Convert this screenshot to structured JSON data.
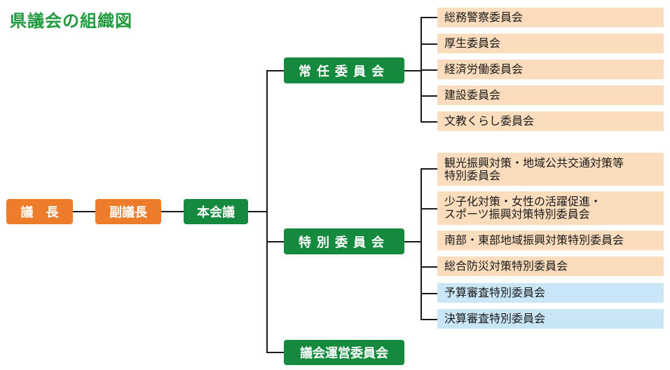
{
  "title": "県議会の組織図",
  "chair": "議　長",
  "vice_chair": "副議長",
  "plenary": "本会議",
  "standing_committee": {
    "label": "常任委員会",
    "members": [
      "総務警察委員会",
      "厚生委員会",
      "経済労働委員会",
      "建設委員会",
      "文教くらし委員会"
    ]
  },
  "special_committee": {
    "label": "特別委員会",
    "members": [
      [
        "観光振興対策・地域公共交通対策等",
        "特別委員会"
      ],
      [
        "少子化対策・女性の活躍促進・",
        "スポーツ振興対策特別委員会"
      ],
      [
        "南部・東部地域振興対策特別委員会"
      ],
      [
        "総合防災対策特別委員会"
      ],
      [
        "予算審査特別委員会"
      ],
      [
        "決算審査特別委員会"
      ]
    ]
  },
  "steering_committee": "議会運営委員会",
  "colors": {
    "orange": "#ee7d2b",
    "green": "#138a3d",
    "title_green": "#1f9a3e",
    "peach": "#fbdcbc",
    "light_blue": "#c9e6f7"
  }
}
